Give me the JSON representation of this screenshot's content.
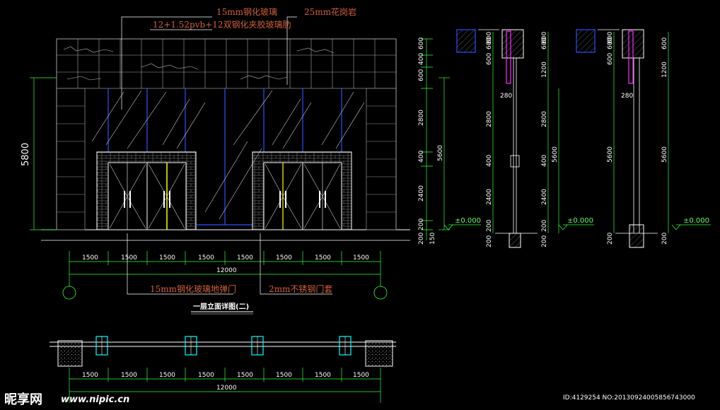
{
  "notes": {
    "tempered_glass": "15mm钢化玻璃",
    "flower_granite": "25mm花岗岩",
    "laminated_glass": "12+1.52pvb+12双钢化夹胶玻璃肋",
    "door_glass": "15mm钢化玻璃地弹门",
    "door_frame": "2mm不锈钢门套"
  },
  "drawing_title": "一层立面详图(二)",
  "elevation": {
    "height_total": "5800",
    "bay_dims": [
      "1500",
      "1500",
      "1500",
      "1500",
      "1500",
      "1500",
      "1500",
      "1500"
    ],
    "total_width": "12000",
    "right_vdims": [
      "600",
      "400",
      "600",
      "2800",
      "400",
      "2400",
      "200",
      "150"
    ],
    "right_total": "5600"
  },
  "section_a": {
    "top_dims": [
      "600",
      "200",
      "600",
      "400",
      "600"
    ],
    "right_dims": [
      "600",
      "1200",
      "2800",
      "400",
      "2400",
      "200"
    ],
    "left_dims": [
      "600",
      "600",
      "2800",
      "400",
      "2400",
      "200"
    ],
    "overall": "5600",
    "beam_width": "280",
    "level": "±0.000",
    "footer_left": "200",
    "footer_right": "200"
  },
  "section_b": {
    "top_dims": [
      "600",
      "200",
      "600"
    ],
    "right_dims": [
      "600",
      "1200",
      "5600",
      "200"
    ],
    "left_dims": [
      "600",
      "600",
      "5600",
      "200"
    ],
    "beam_width": "280",
    "level": "±0.000",
    "footer_left": "200",
    "footer_right": "200"
  },
  "plan": {
    "bay_dims": [
      "1500",
      "1500",
      "1500",
      "1500",
      "1500",
      "1500",
      "1500",
      "1500"
    ],
    "total_width": "12000"
  },
  "watermark": {
    "logo": "昵享网",
    "url": "www.nipic.cn",
    "id": "ID:4129254 NO:20130924005856743000"
  },
  "colors": {
    "background": "#000000",
    "lines": "#ffffff",
    "glass": "#3050ff",
    "dims": "#33ff33",
    "notes": "#d0603a",
    "frame": "#ffff00",
    "column": "#00ffff"
  }
}
